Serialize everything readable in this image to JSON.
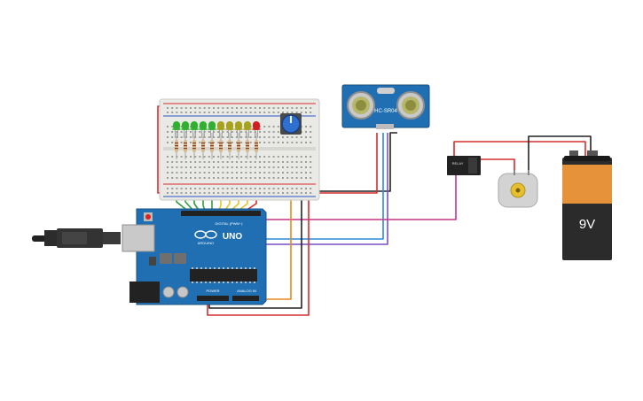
{
  "arduino": {
    "brand": "ARDUINO",
    "model": "UNO",
    "header_digital_label": "DIGITAL (PWM~)",
    "header_power_label": "POWER",
    "header_analog_label": "ANALOG IN"
  },
  "ultrasonic_sensor": {
    "model": "HC-SR04"
  },
  "relay": {
    "label": "RELAY"
  },
  "battery": {
    "voltage_label": "9V"
  },
  "colors": {
    "board_blue": "#1f6fb2",
    "breadboard": "#e9e9e6",
    "wire_red": "#d62d2d",
    "wire_black": "#222222",
    "wire_orange": "#e58a1e",
    "wire_magenta": "#c2338e",
    "wire_blue": "#2a8ad6",
    "wire_purple": "#7b4fc4",
    "wire_green": "#2e9e3a",
    "wire_yellow": "#e6c422",
    "battery_orange": "#e6923a",
    "battery_black": "#2b2b2b"
  },
  "leds": [
    {
      "color": "#2fb12f"
    },
    {
      "color": "#2fb12f"
    },
    {
      "color": "#2fb12f"
    },
    {
      "color": "#2fb12f"
    },
    {
      "color": "#2fb12f"
    },
    {
      "color": "#a6a21c"
    },
    {
      "color": "#a6a21c"
    },
    {
      "color": "#a6a21c"
    },
    {
      "color": "#a6a21c"
    },
    {
      "color": "#d21e1e"
    }
  ]
}
